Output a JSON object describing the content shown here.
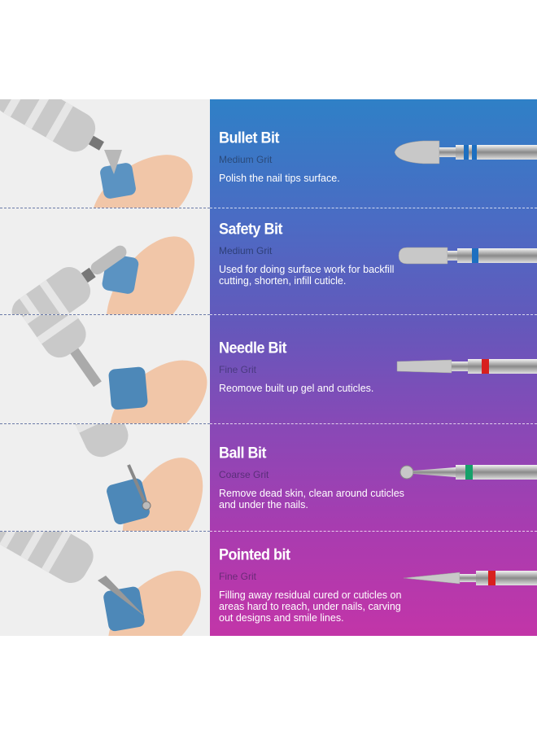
{
  "rows": [
    {
      "title": "Bullet Bit",
      "grit": "Medium Grit",
      "description": "Polish the nail tips surface.",
      "band_color": "#1d6fc0",
      "bit_shape": "bullet",
      "grit_color": "#2a4a7a"
    },
    {
      "title": "Safety Bit",
      "grit": "Medium Grit",
      "description": "Used for doing surface work for backfill cutting, shorten, infill cuticle.",
      "band_color": "#1d6fc0",
      "bit_shape": "cylinder",
      "grit_color": "#2e3f78"
    },
    {
      "title": "Needle Bit",
      "grit": "Fine Grit",
      "description": "Reomove built up gel and cuticles.",
      "band_color": "#d8201e",
      "bit_shape": "tapered",
      "grit_color": "#4a3a80"
    },
    {
      "title": "Ball Bit",
      "grit": "Coarse Grit",
      "description": "Remove dead skin, clean around cuticles and under the nails.",
      "band_color": "#16a06a",
      "bit_shape": "ball",
      "grit_color": "#5a2e7a"
    },
    {
      "title": "Pointed bit",
      "grit": "Fine Grit",
      "description": "Filling away residual cured or cuticles on areas hard to reach, under nails, carving out designs and smile lines.",
      "band_color": "#d8201e",
      "bit_shape": "pointed",
      "grit_color": "#6a2a78"
    }
  ],
  "colors": {
    "panel_top": "#2f80c6",
    "panel_bottom": "#c235a8",
    "photo_bg": "#efefef",
    "nail_polish": "#4d88b8",
    "skin": "#f1c6a8"
  }
}
